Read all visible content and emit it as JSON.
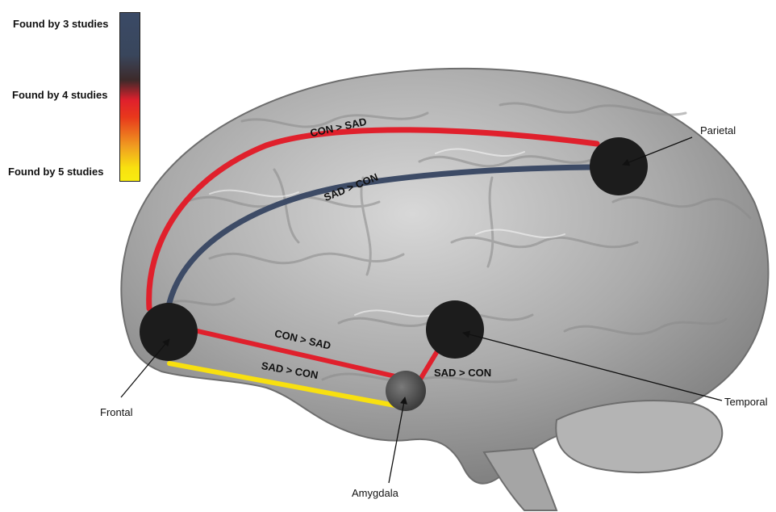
{
  "legend": {
    "items": [
      {
        "label": "Found by 3 studies",
        "color": "#3d4b66"
      },
      {
        "label": "Found by 4 studies",
        "color": "#e0202c"
      },
      {
        "label": "Found by 5 studies",
        "color": "#f8e010"
      }
    ]
  },
  "regions": {
    "parietal": "Parietal",
    "frontal": "Frontal",
    "temporal": "Temporal",
    "amygdala": "Amygdala"
  },
  "connections": [
    {
      "label": "CON > SAD",
      "from": "frontal",
      "to": "parietal",
      "color": "#e0202c"
    },
    {
      "label": "SAD > CON",
      "from": "frontal",
      "to": "parietal",
      "color": "#3d4b66"
    },
    {
      "label": "CON > SAD",
      "from": "frontal",
      "to": "amygdala",
      "color": "#e0202c"
    },
    {
      "label": "SAD > CON",
      "from": "frontal",
      "to": "amygdala",
      "color": "#f8e010"
    },
    {
      "label": "SAD > CON",
      "from": "amygdala",
      "to": "temporal",
      "color": "#e0202c"
    }
  ],
  "colors": {
    "node": "#1c1c1c",
    "amygdala_node": "#5a5a5a",
    "brain": "#a9a9a9"
  }
}
